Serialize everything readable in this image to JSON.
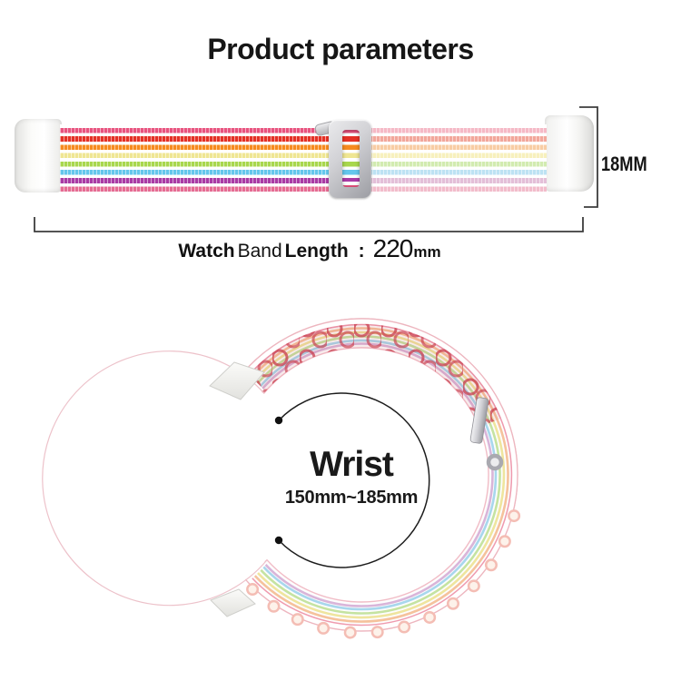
{
  "title": "Product parameters",
  "flat_band": {
    "width_label": "18MM",
    "length_label": {
      "word1": "Watch",
      "word2": "Band",
      "word3": "Length",
      "colon": ":",
      "value": "220",
      "unit": "mm"
    }
  },
  "wrist": {
    "label": "Wrist",
    "range": "150mm~185mm"
  },
  "colors": {
    "stripes_vivid": [
      "#e8537f",
      "#e43126",
      "#f68b1f",
      "#efe693",
      "#a8d74d",
      "#64c6ec",
      "#a93ba5",
      "#e56c93"
    ],
    "stripes_pastel": [
      "#f5b9c6",
      "#f2a79b",
      "#f8cda4",
      "#f7f0bd",
      "#d2ebb0",
      "#bde2f3",
      "#e3bfd8",
      "#f2bccb"
    ],
    "arc_stripes": [
      "#ef9baf",
      "#f5c29c",
      "#efe59e",
      "#c5e3a1",
      "#a8d7ed",
      "#d9b5d9"
    ],
    "lace": "#c9404f",
    "scallop_outer": "#f4bdb4",
    "scallop_inner": "#fdf2ea",
    "silver": "#b9b9bf",
    "dimension_line": "#3c3c3c",
    "text": "#111111"
  }
}
